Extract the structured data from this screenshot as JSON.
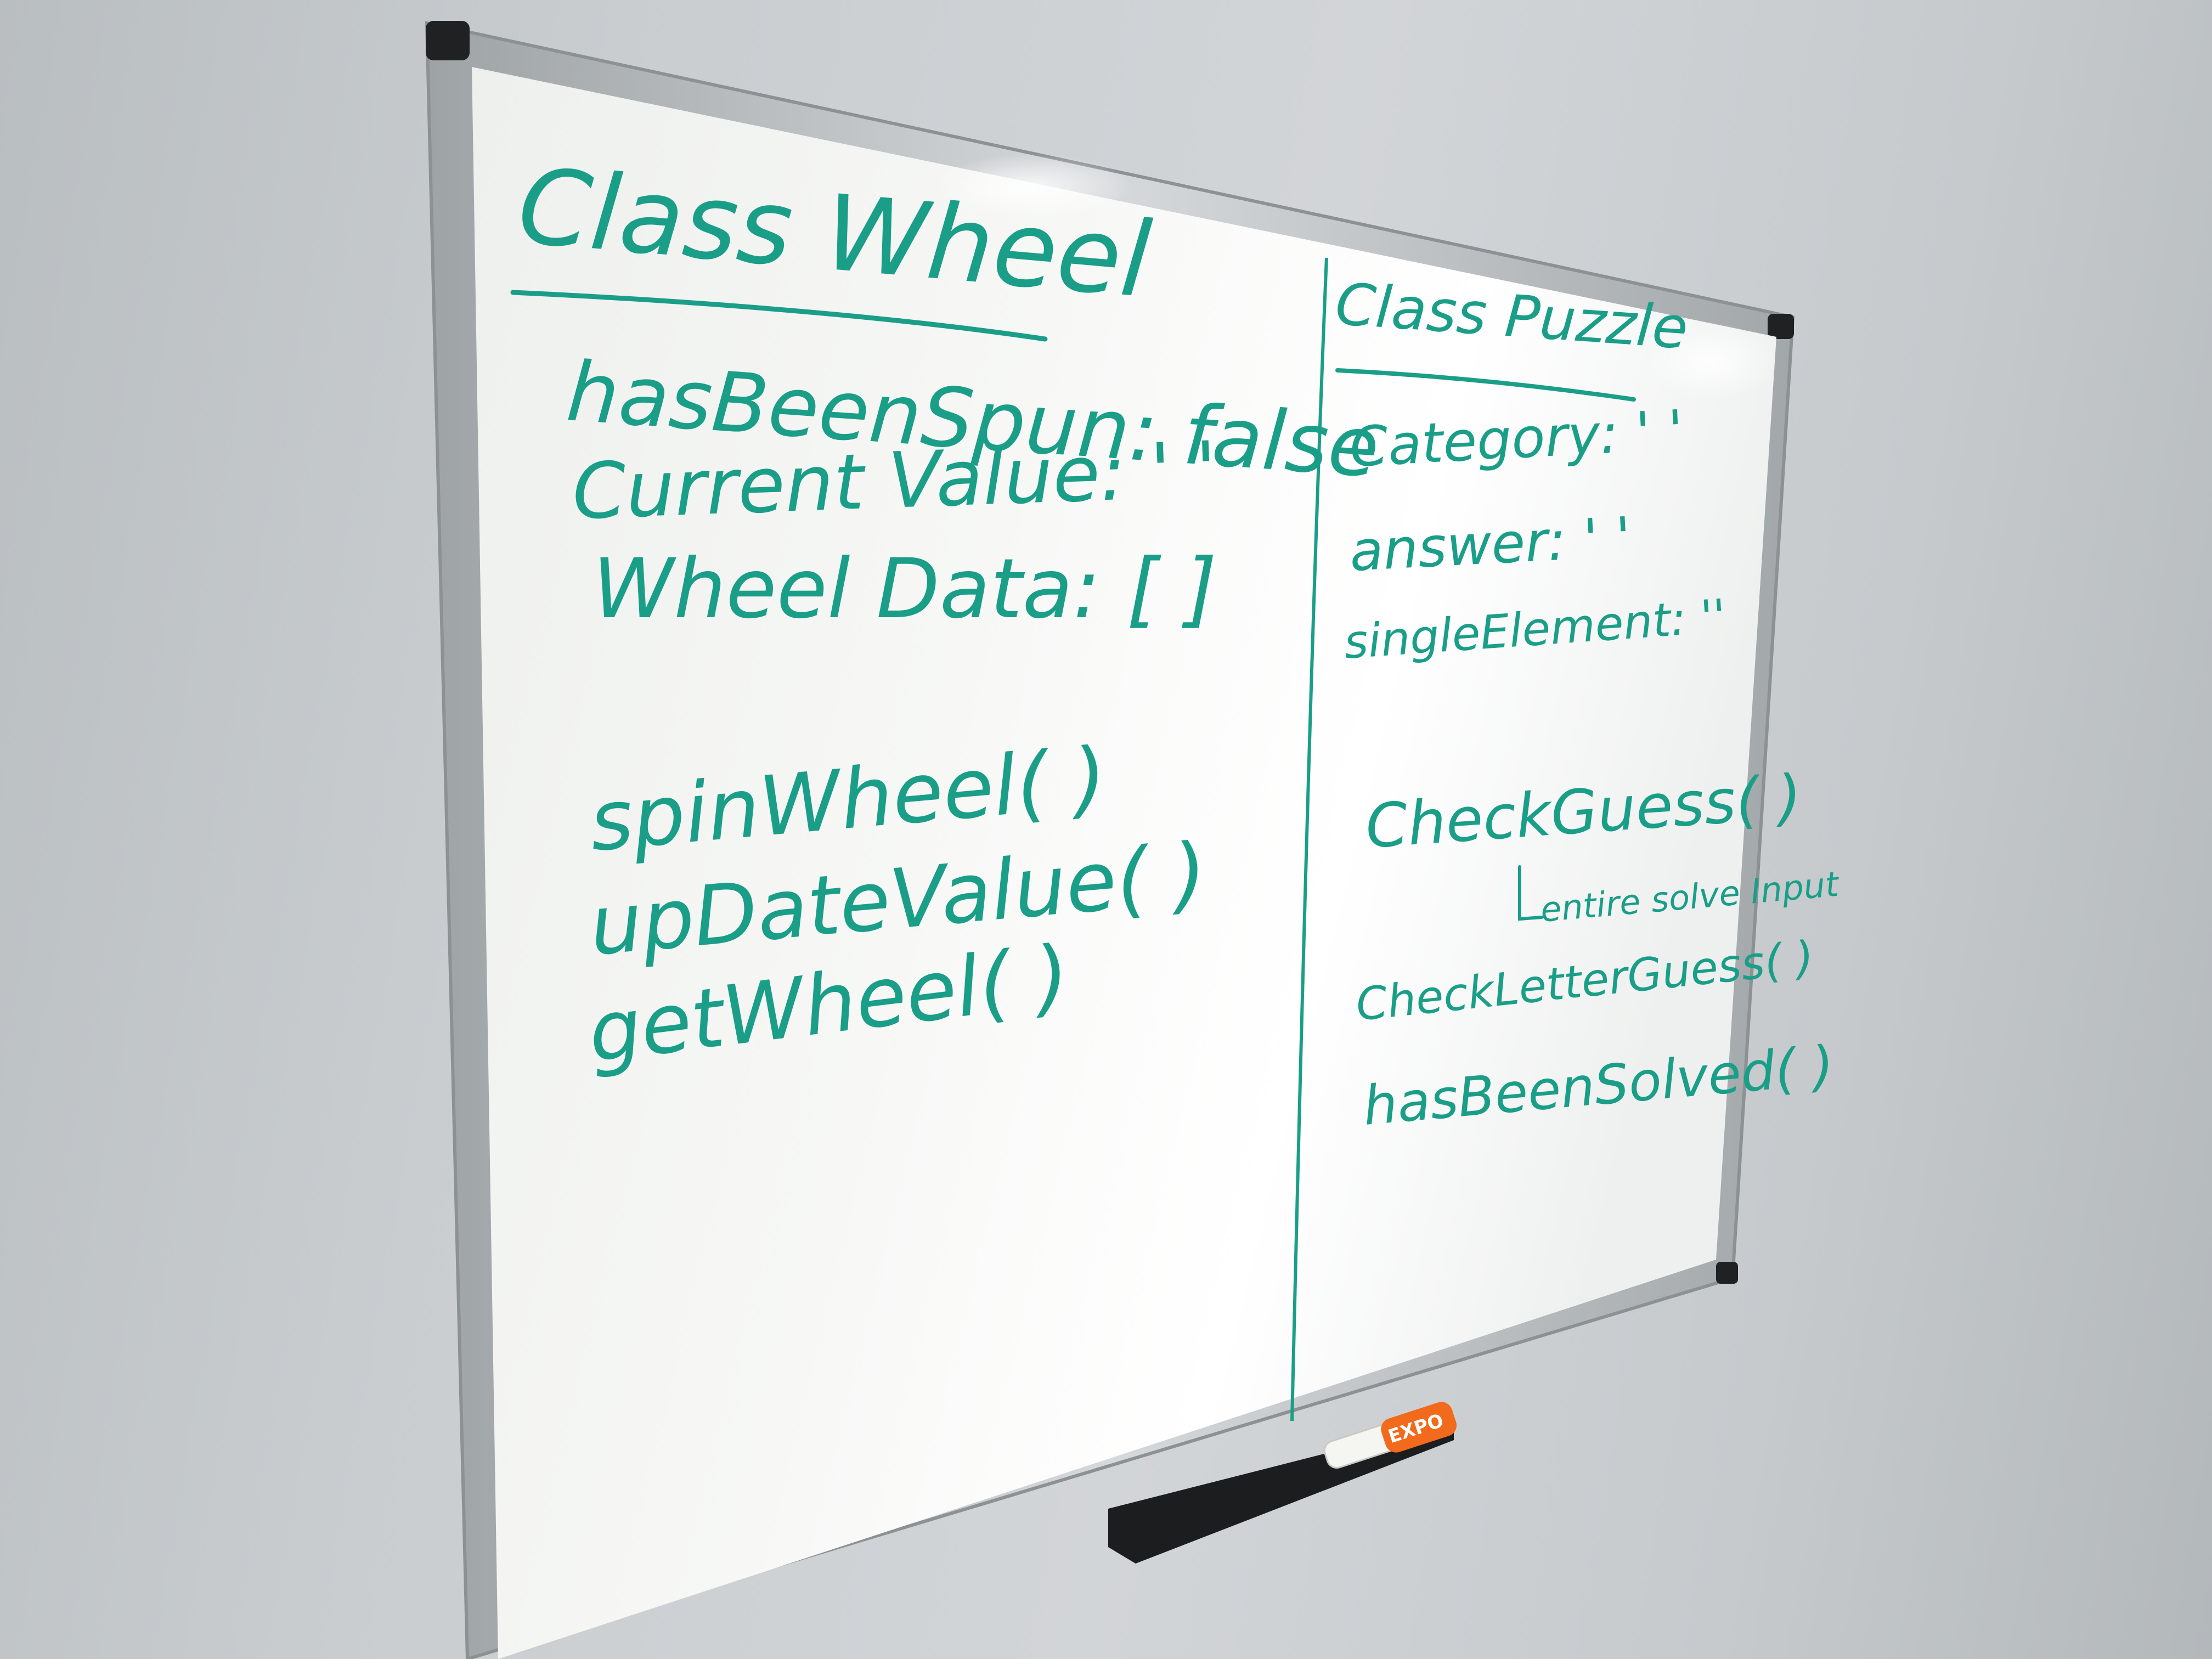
{
  "whiteboard": {
    "left_panel": {
      "title": "Class Wheel",
      "properties": [
        "hasBeenSpun: false",
        "Current Value: ' '",
        "Wheel Data: [ ]"
      ],
      "methods": [
        "spinWheel( )",
        "upDateValue( )",
        "getWheel( )"
      ]
    },
    "right_panel": {
      "title": "Class Puzzle",
      "properties": [
        "Category: ' '",
        "answer: ' '",
        "singleElement: ''"
      ],
      "methods": [
        "CheckGuess( )",
        "CheckLetterGuess( )",
        "hasBeenSolved( )"
      ],
      "note": "entire solve Input"
    },
    "marker_label": "EXPO"
  },
  "colors": {
    "ink": "#1a9e88",
    "wall": "#c9cdd0",
    "board": "#f4f5f3",
    "frame": "#b4b8bb",
    "marker_cap": "#f26a1b"
  }
}
